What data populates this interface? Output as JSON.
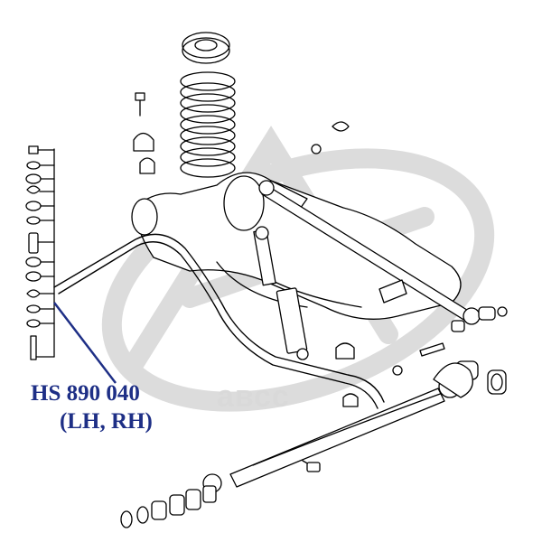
{
  "watermark": {
    "text": "авсс",
    "color": "#d9d9d9"
  },
  "callout": {
    "part_number": "HS 890 040",
    "sides": "(LH, RH)",
    "color": "#1e2f86"
  },
  "diagram": {
    "line_color": "#000000",
    "components": [
      "coil-spring",
      "spring-seat",
      "stabilizer-bar",
      "stabilizer-link-kit",
      "shock-absorber",
      "rear-axle-housing",
      "trailing-arm",
      "lateral-rod",
      "bushings"
    ]
  }
}
